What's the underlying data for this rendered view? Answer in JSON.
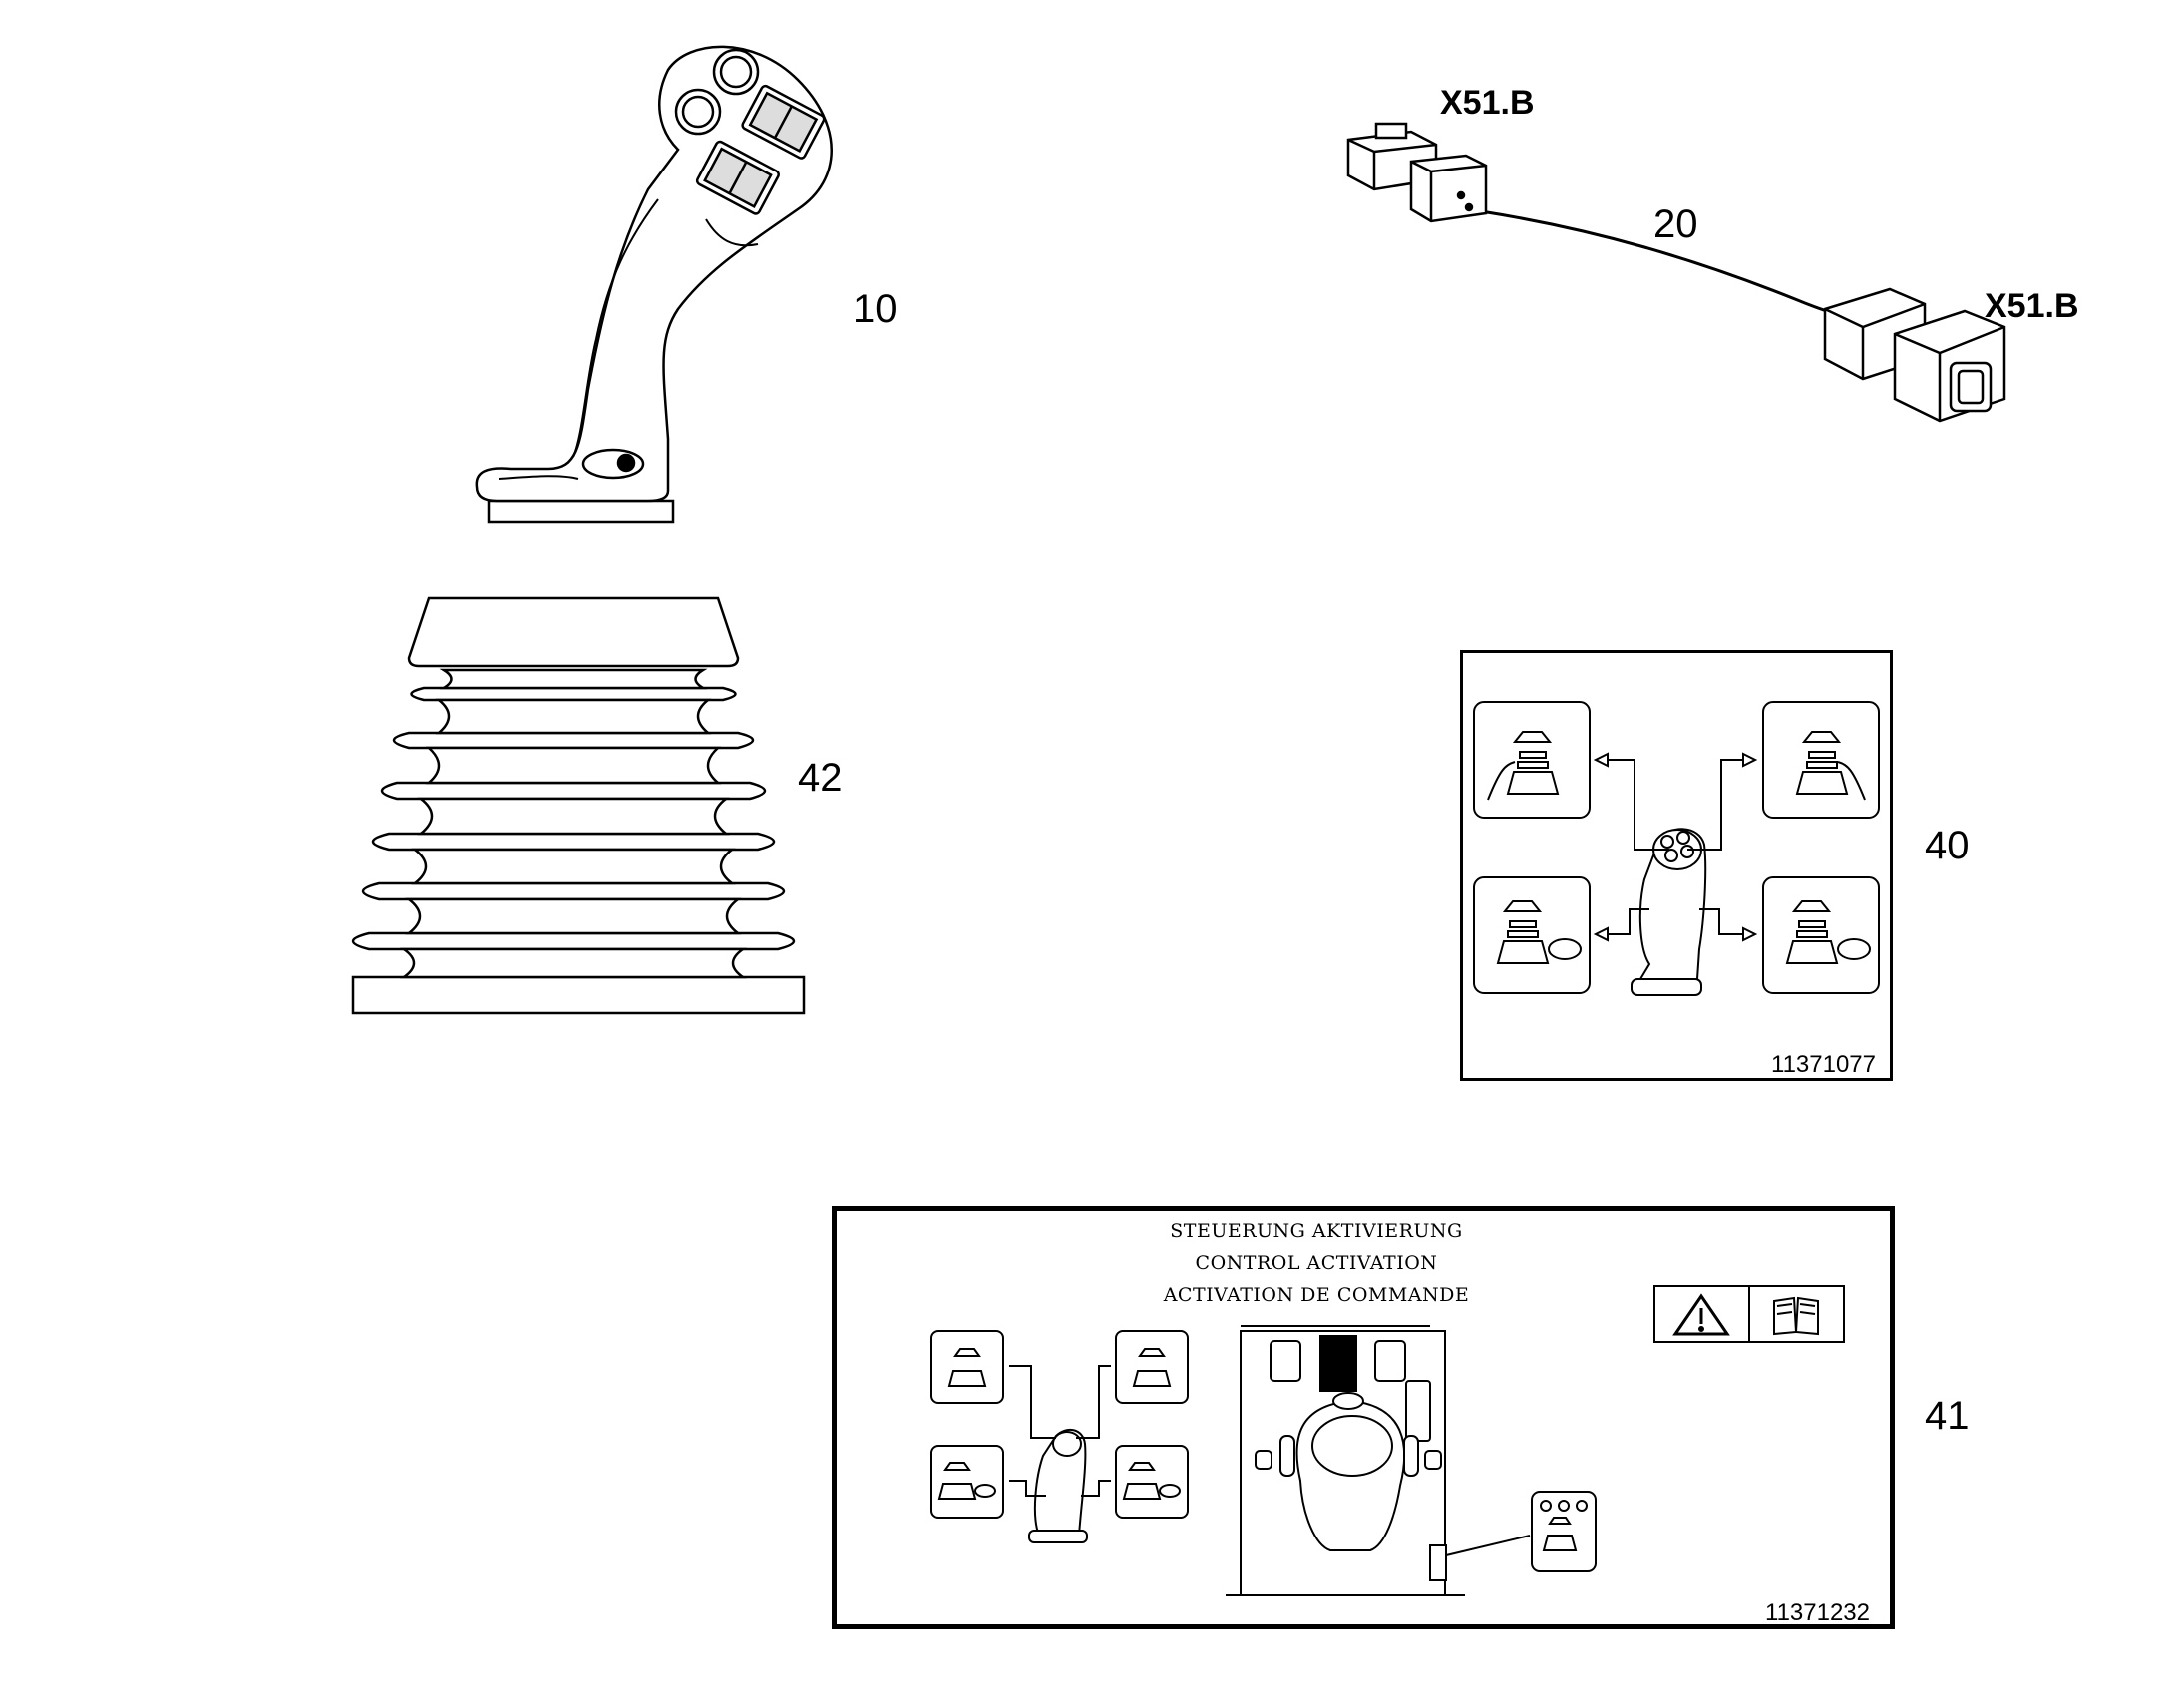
{
  "parts": [
    {
      "id": "joystick",
      "number": "10"
    },
    {
      "id": "harness",
      "number": "20",
      "connector_left": "X51.B",
      "connector_right": "X51.B"
    },
    {
      "id": "bellows",
      "number": "42"
    },
    {
      "id": "decal_small",
      "number": "40",
      "ref": "11371077"
    },
    {
      "id": "decal_large",
      "number": "41",
      "ref": "11371232",
      "title_lines": [
        "STEUERUNG AKTIVIERUNG",
        "CONTROL ACTIVATION",
        "ACTIVATION DE COMMANDE"
      ],
      "icons": [
        "warning-triangle-icon",
        "manual-book-icon"
      ]
    }
  ]
}
